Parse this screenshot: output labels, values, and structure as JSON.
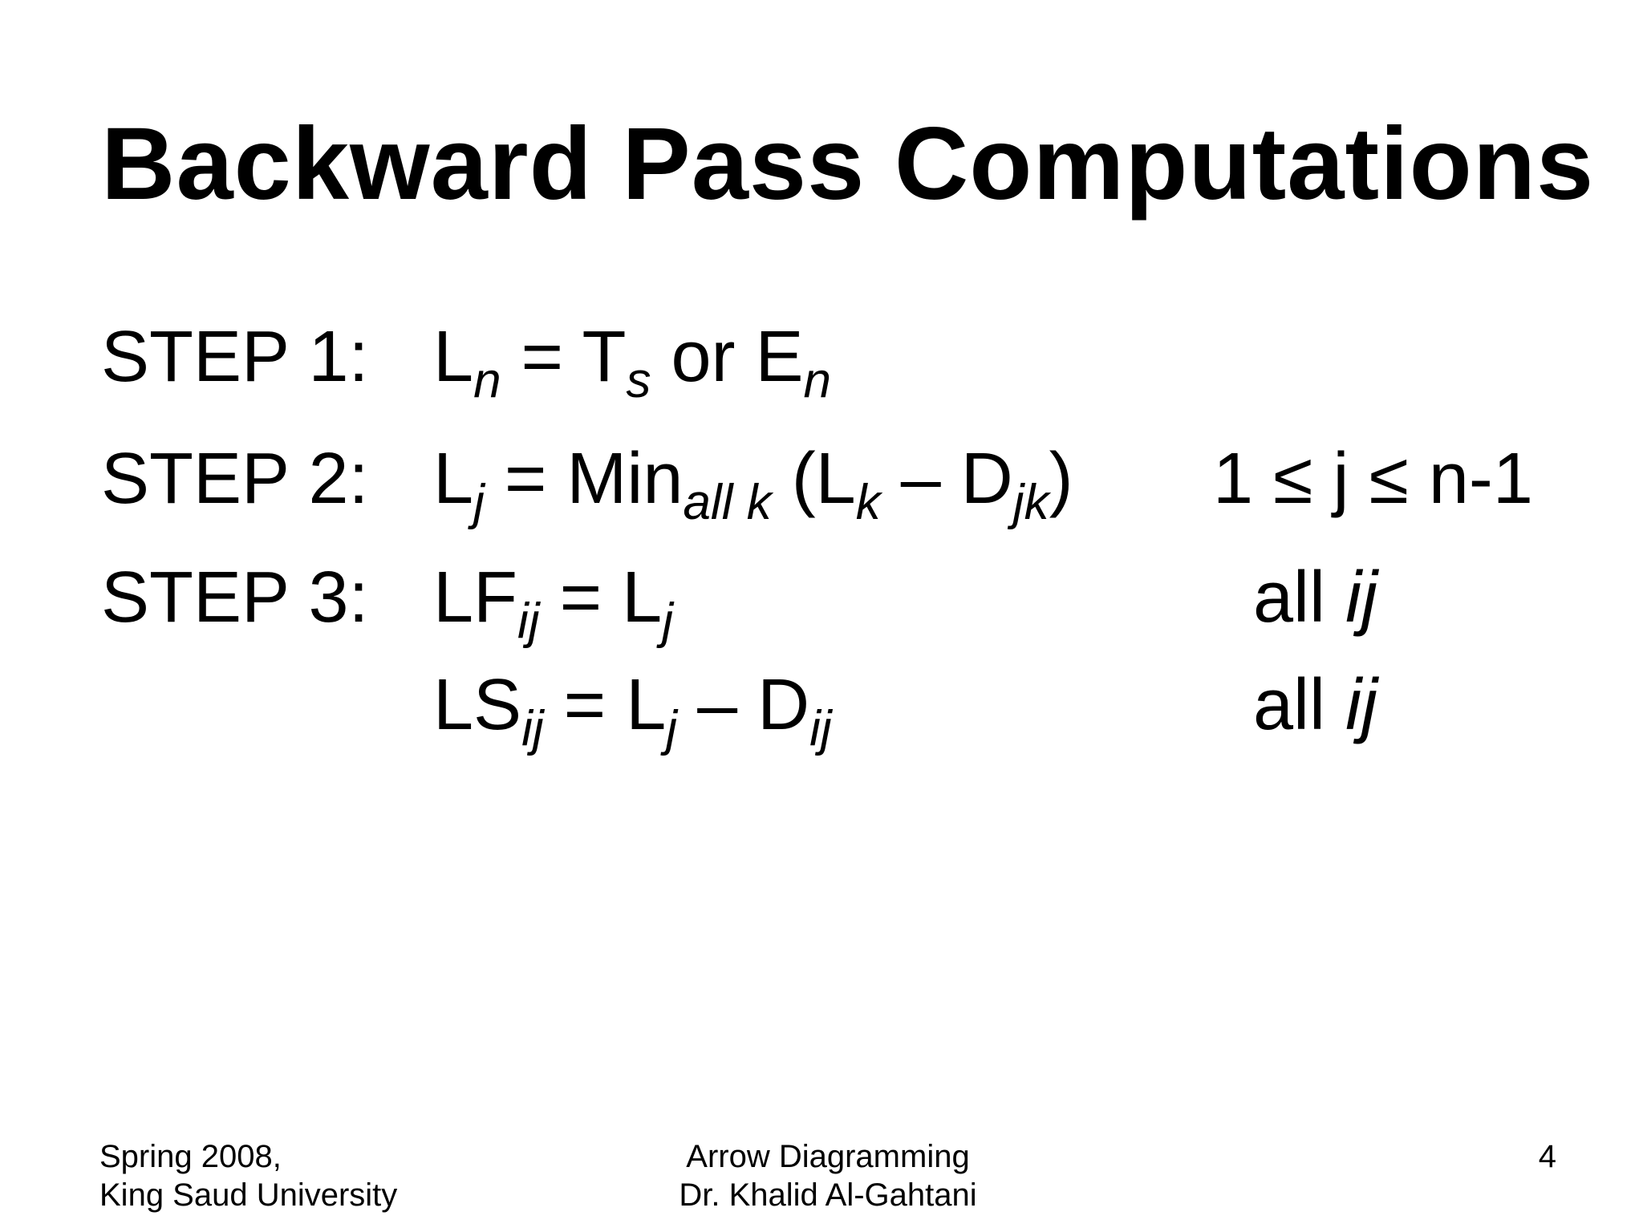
{
  "slide": {
    "title": "Backward Pass Computations",
    "steps": [
      {
        "label": "STEP 1:",
        "formula": {
          "parts": [
            "L",
            "n",
            " = T",
            "s",
            " or E",
            "n"
          ]
        },
        "condition": ""
      },
      {
        "label": "STEP 2:",
        "formula": {
          "parts": [
            "L",
            "j",
            " = Min",
            "all k",
            " (L",
            "k",
            " – D",
            "jk",
            ")"
          ]
        },
        "condition": "1 ≤ j ≤ n-1"
      },
      {
        "label": "STEP 3:",
        "formula": {
          "parts": [
            "LF",
            "ij",
            " = L",
            "j"
          ]
        },
        "condition_text": "all ",
        "condition_var": "ij"
      },
      {
        "label": "",
        "formula": {
          "parts": [
            "LS",
            "ij",
            " = L",
            "j",
            " – D",
            "ij"
          ]
        },
        "condition_text": "all ",
        "condition_var": "ij"
      }
    ]
  },
  "footer": {
    "left_line1": "Spring 2008,",
    "left_line2": "King Saud University",
    "center_line1": "Arrow Diagramming",
    "center_line2": "Dr. Khalid Al-Gahtani",
    "page_number": "4"
  }
}
